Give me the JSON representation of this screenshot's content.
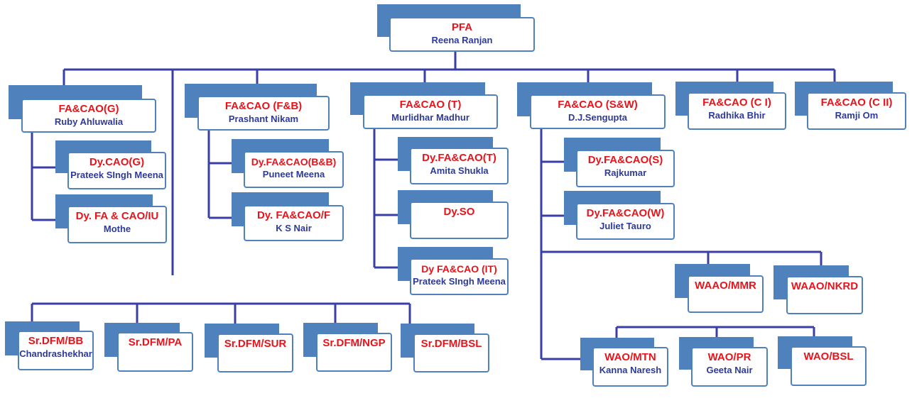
{
  "diagram": {
    "line_color": "#3a3fa8",
    "tab_color": "#4f81bd",
    "title_color": "#e8141b",
    "name_color": "#2e3a99"
  },
  "nodes": {
    "pfa": {
      "title": "PFA",
      "name": "Reena Ranjan"
    },
    "fa_g": {
      "title": "FA&CAO(G)",
      "name": "Ruby Ahluwalia"
    },
    "dy_cao_g": {
      "title": "Dy.CAO(G)",
      "name": "Prateek SIngh Meena"
    },
    "dy_fa_iu": {
      "title": "Dy. FA & CAO/IU",
      "name": "Mothe"
    },
    "fa_fb": {
      "title": "FA&CAO (F&B)",
      "name": "Prashant Nikam"
    },
    "dy_fa_bb": {
      "title": "Dy.FA&CAO(B&B)",
      "name": "Puneet Meena"
    },
    "dy_fa_f": {
      "title": "Dy. FA&CAO/F",
      "name": "K S Nair"
    },
    "fa_t": {
      "title": "FA&CAO (T)",
      "name": "Murlidhar Madhur"
    },
    "dy_fa_t": {
      "title": "Dy.FA&CAO(T)",
      "name": "Amita Shukla"
    },
    "dy_so": {
      "title": "Dy.SO",
      "name": ""
    },
    "dy_fa_it": {
      "title": "Dy FA&CAO (IT)",
      "name": "Prateek SIngh Meena"
    },
    "fa_sw": {
      "title": "FA&CAO (S&W)",
      "name": "D.J.Sengupta"
    },
    "dy_fa_s": {
      "title": "Dy.FA&CAO(S)",
      "name": "Rajkumar"
    },
    "dy_fa_w": {
      "title": "Dy.FA&CAO(W)",
      "name": "Juliet Tauro"
    },
    "fa_ci": {
      "title": "FA&CAO (C I)",
      "name": "Radhika Bhir"
    },
    "fa_cii": {
      "title": "FA&CAO (C II)",
      "name": "Ramji Om"
    },
    "waao_mmr": {
      "title": "WAAO/MMR",
      "name": ""
    },
    "waao_nkrd": {
      "title": "WAAO/NKRD",
      "name": ""
    },
    "wao_mtn": {
      "title": "WAO/MTN",
      "name": "Kanna Naresh"
    },
    "wao_pr": {
      "title": "WAO/PR",
      "name": "Geeta Nair"
    },
    "wao_bsl": {
      "title": "WAO/BSL",
      "name": ""
    },
    "dfm_bb": {
      "title": "Sr.DFM/BB",
      "name": "Chandrashekhar"
    },
    "dfm_pa": {
      "title": "Sr.DFM/PA",
      "name": ""
    },
    "dfm_sur": {
      "title": "Sr.DFM/SUR",
      "name": ""
    },
    "dfm_ngp": {
      "title": "Sr.DFM/NGP",
      "name": ""
    },
    "dfm_bsl": {
      "title": "Sr.DFM/BSL",
      "name": ""
    }
  }
}
